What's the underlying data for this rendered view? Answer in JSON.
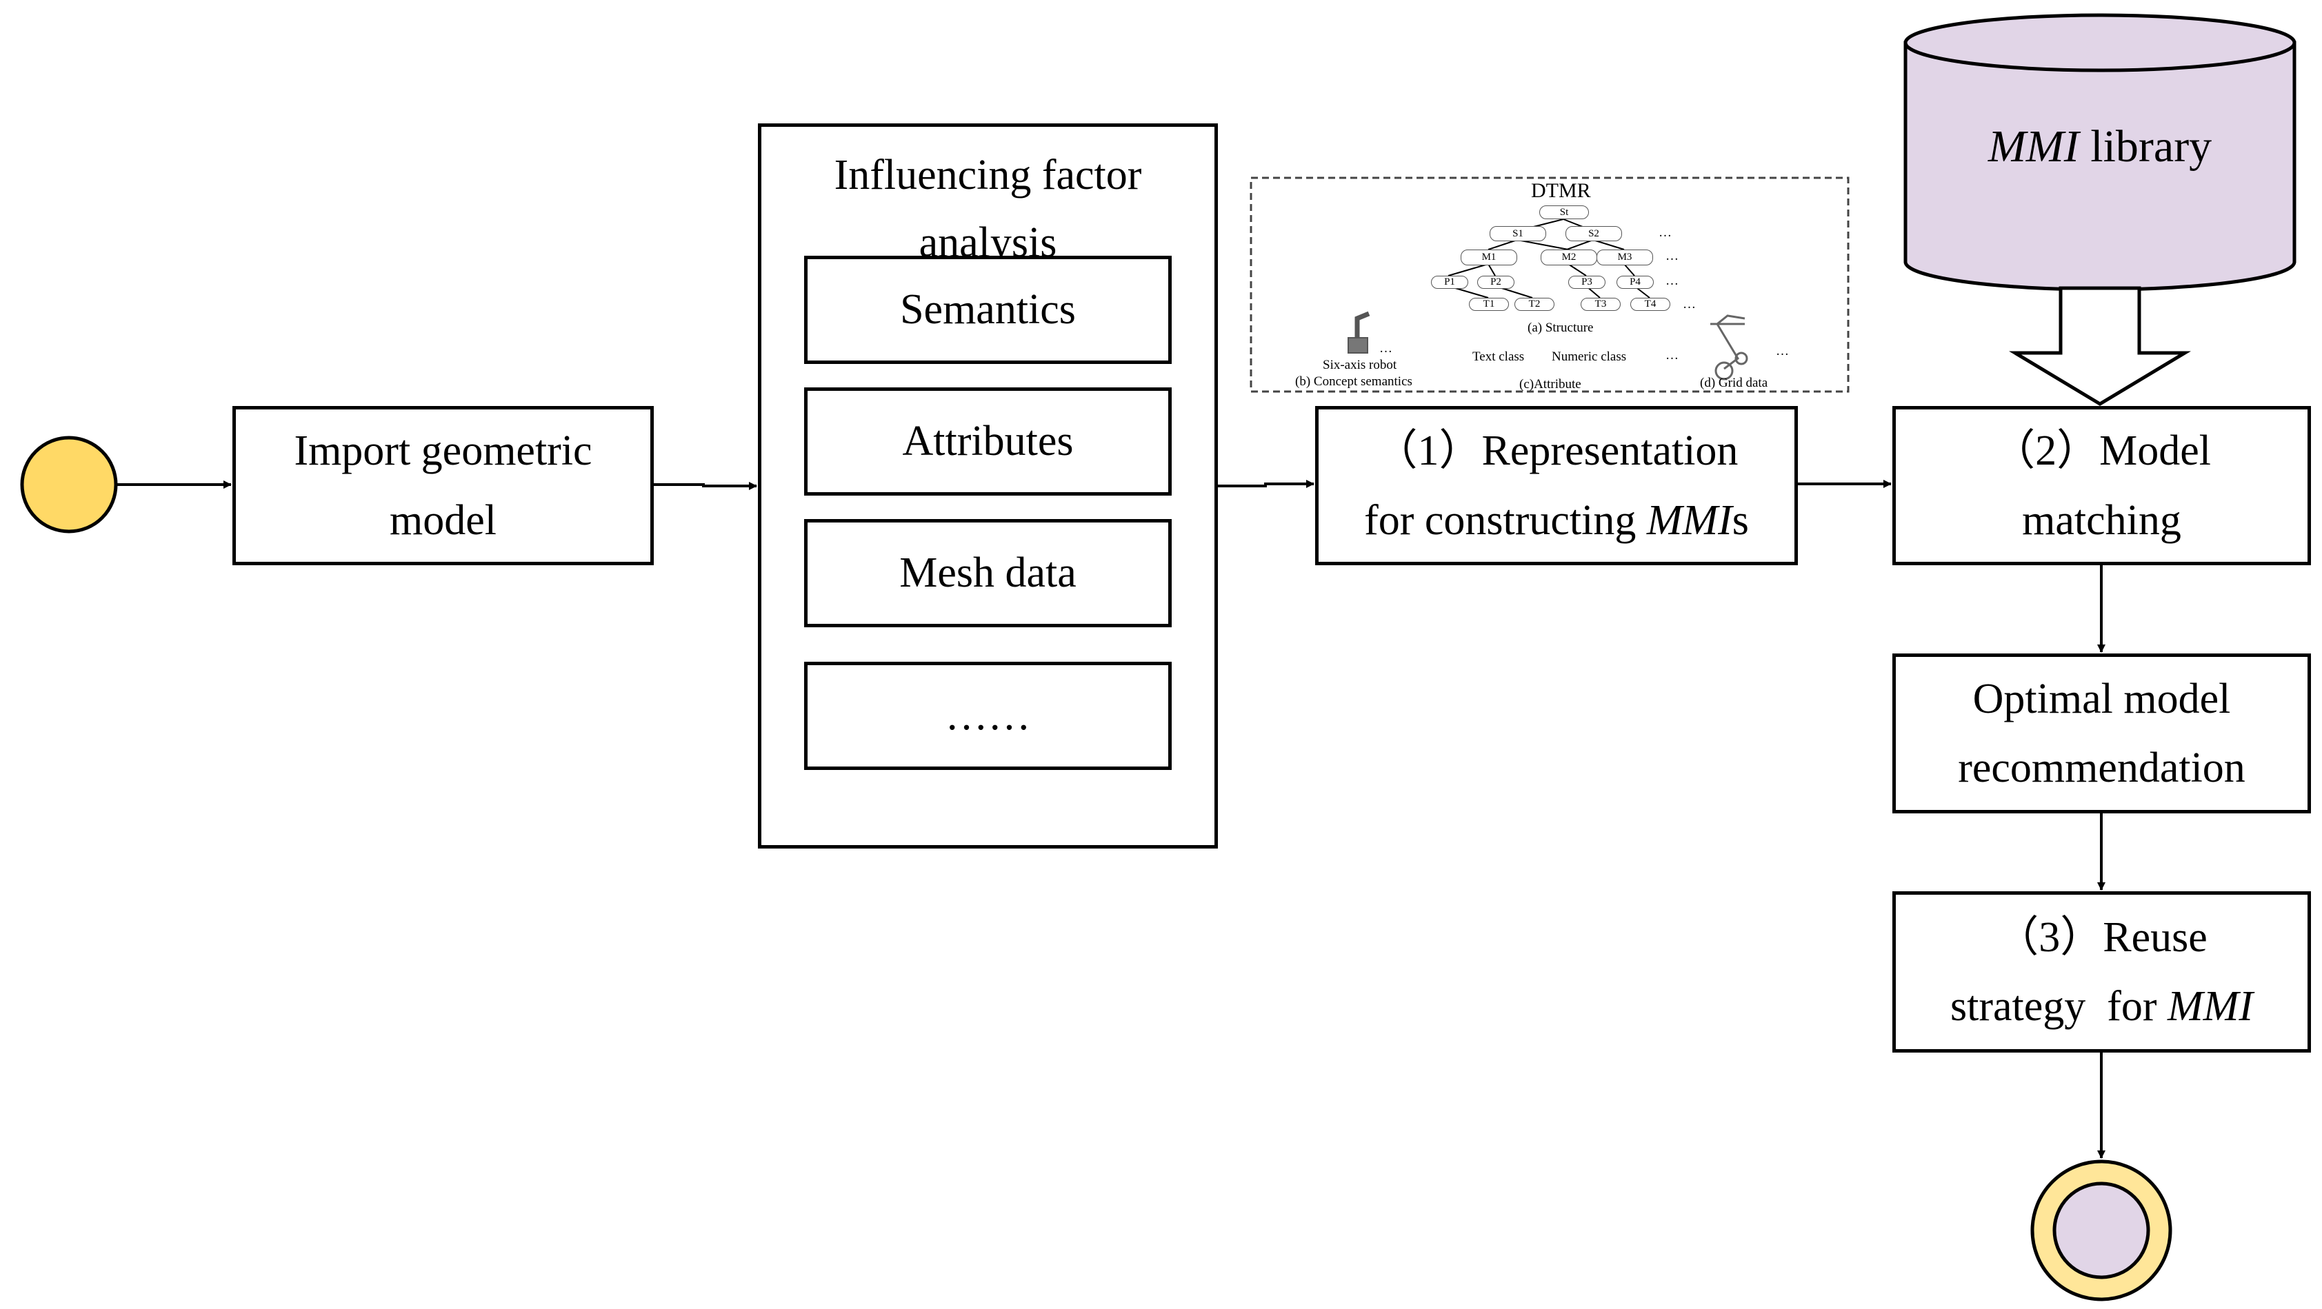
{
  "start_node": {
    "color": "#FFD966"
  },
  "end_node": {
    "outer_color": "#FFE699",
    "inner_color": "#E1D5E7"
  },
  "import_box": {
    "line1": "Import geometric",
    "line2": "model"
  },
  "factor_box": {
    "title_line1": "Influencing factor",
    "title_line2": "analysis",
    "items": [
      "Semantics",
      "Attributes",
      "Mesh data",
      "……"
    ]
  },
  "representation_box": {
    "line1": "（1）Representation",
    "line2_prefix": "for constructing ",
    "line2_italic": "MMI",
    "line2_suffix": "s"
  },
  "library": {
    "italic": "MMI",
    "text": " library",
    "color": "#E1D5E7"
  },
  "matching_box": {
    "line1": "（2）Model",
    "line2": "matching"
  },
  "optimal_box": {
    "line1": "Optimal model",
    "line2": "recommendation"
  },
  "reuse_box": {
    "line1": "（3）Reuse",
    "line2_prefix": "strategy  for ",
    "line2_italic": "MMI"
  },
  "inset": {
    "title": "DTMR",
    "root": "St",
    "level_s": [
      "S1",
      "S2"
    ],
    "level_m": [
      "M1",
      "M2",
      "M3"
    ],
    "level_p": [
      "P1",
      "P2",
      "P3",
      "P4"
    ],
    "level_t": [
      "T1",
      "T2",
      "T3",
      "T4"
    ],
    "ellipsis": "…",
    "structure_caption": "(a) Structure",
    "robot_label": "Six-axis robot",
    "concept_caption": "(b) Concept semantics",
    "text_class": "Text class",
    "numeric_class": "Numeric class",
    "attribute_caption": "(c)Attribute",
    "grid_caption": "(d) Grid data"
  }
}
